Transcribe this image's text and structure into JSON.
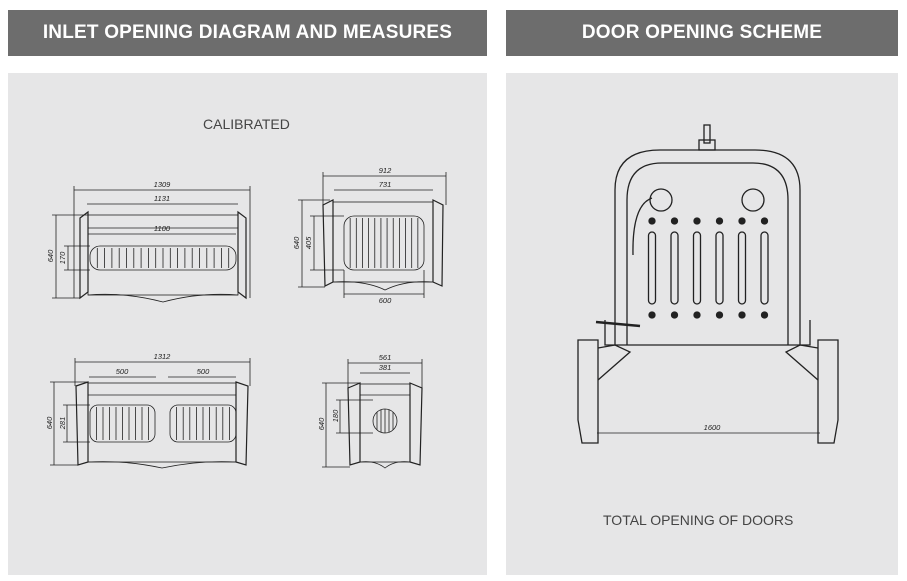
{
  "left": {
    "title": "INLET OPENING DIAGRAM AND MEASURES",
    "caption": "CALIBRATED",
    "diagrams": [
      {
        "name": "long-slot",
        "dims": {
          "overall_width": "1309",
          "inner_width": "1131",
          "opening_width": "1100",
          "height": "640",
          "opening_height": "170"
        }
      },
      {
        "name": "square-grille",
        "dims": {
          "overall_width": "912",
          "inner_width": "731",
          "height": "640",
          "opening_height": "405",
          "opening_width": "600"
        }
      },
      {
        "name": "double-grille",
        "dims": {
          "overall_width": "1312",
          "left_opening": "500",
          "right_opening": "500",
          "height": "640",
          "opening_height": "281"
        }
      },
      {
        "name": "round-opening",
        "dims": {
          "overall_width": "561",
          "inner_width": "381",
          "height": "640",
          "opening_diameter": "180"
        }
      }
    ]
  },
  "right": {
    "title": "DOOR OPENING SCHEME",
    "caption": "TOTAL OPENING OF DOORS",
    "dims": {
      "opening_width": "1600"
    }
  }
}
